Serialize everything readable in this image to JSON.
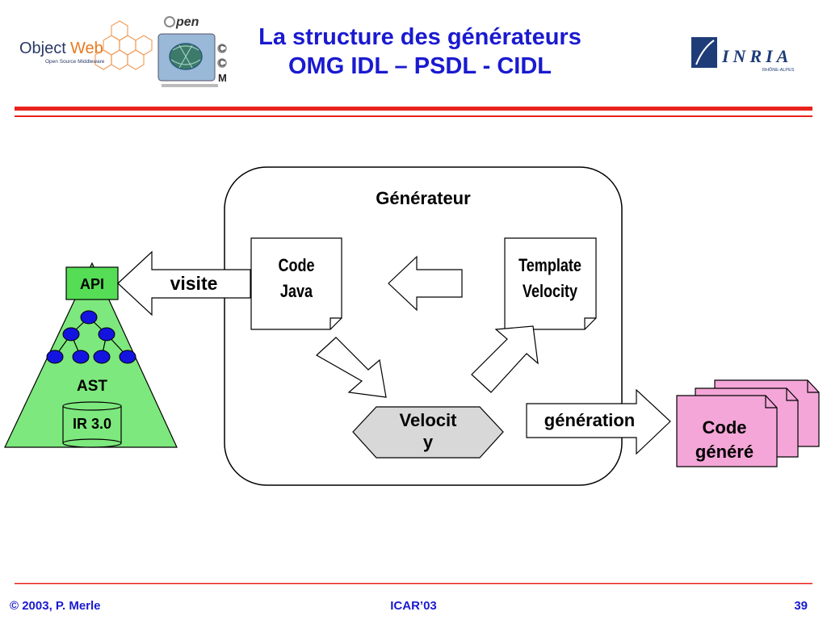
{
  "slide": {
    "title_line1": "La structure des générateurs",
    "title_line2": "OMG IDL – PSDL - CIDL"
  },
  "logos": {
    "objectweb_text_dark": "Object",
    "objectweb_text_accent": "Web",
    "objectweb_tagline": "Open Source Middleware",
    "openccm_text": "pen",
    "openccm_letters": [
      "C",
      "C",
      "M"
    ],
    "inria_text": "INRIA",
    "inria_sub": "RHÔNE-ALPES"
  },
  "diagram": {
    "generator_label": "Générateur",
    "code_java": [
      "Code",
      "Java"
    ],
    "template_velocity": [
      "Template",
      "Velocity"
    ],
    "velocity": [
      "Velocit",
      "y"
    ],
    "visite_label": "visite",
    "generation_label": "génération",
    "api_label": "API",
    "ast_label": "AST",
    "ir_label": "IR 3.0",
    "code_genere": [
      "Code",
      "généré"
    ]
  },
  "colors": {
    "title": "#1a1ad0",
    "red_rule": "#e8231c",
    "ast_green": "#7de87d",
    "api_green": "#55dd55",
    "node_blue": "#1414e0",
    "velocity_gray": "#d8d8d8",
    "code_pink": "#f4a6d8"
  },
  "footer": {
    "left": "© 2003, P. Merle",
    "center": "ICAR’03",
    "right": "39"
  }
}
